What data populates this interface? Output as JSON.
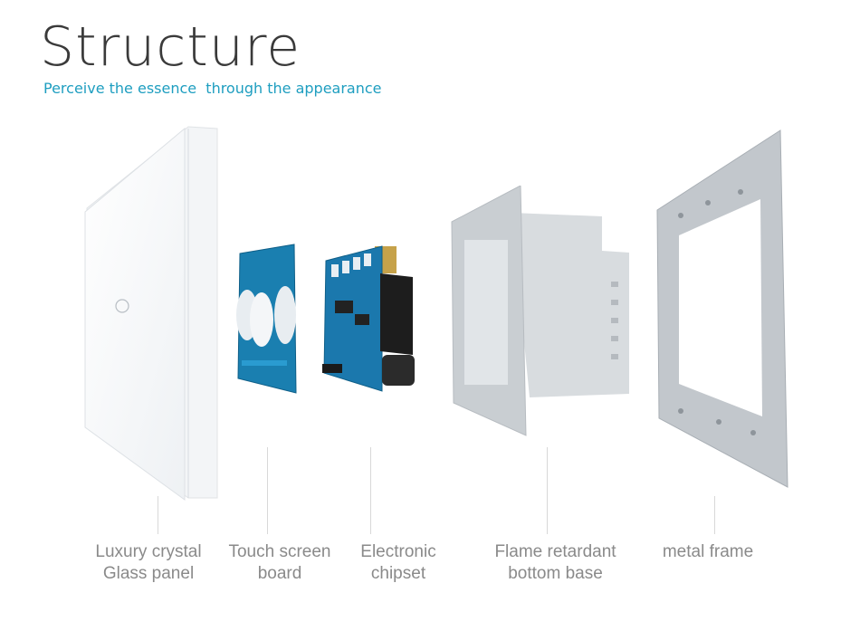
{
  "header": {
    "title": "Structure",
    "subtitle": "Perceive the essence  through the appearance"
  },
  "components": [
    {
      "line1": "Luxury crystal",
      "line2": "Glass panel"
    },
    {
      "line1": "Touch screen",
      "line2": "board"
    },
    {
      "line1": "Electronic",
      "line2": "chipset"
    },
    {
      "line1": "Flame retardant",
      "line2": "bottom base"
    },
    {
      "line1": "metal frame",
      "line2": ""
    }
  ],
  "colors": {
    "title": "#3a3a3a",
    "subtitle": "#1e9ec0",
    "label": "#8a8a8a",
    "pcb": "#1a7fb0"
  }
}
